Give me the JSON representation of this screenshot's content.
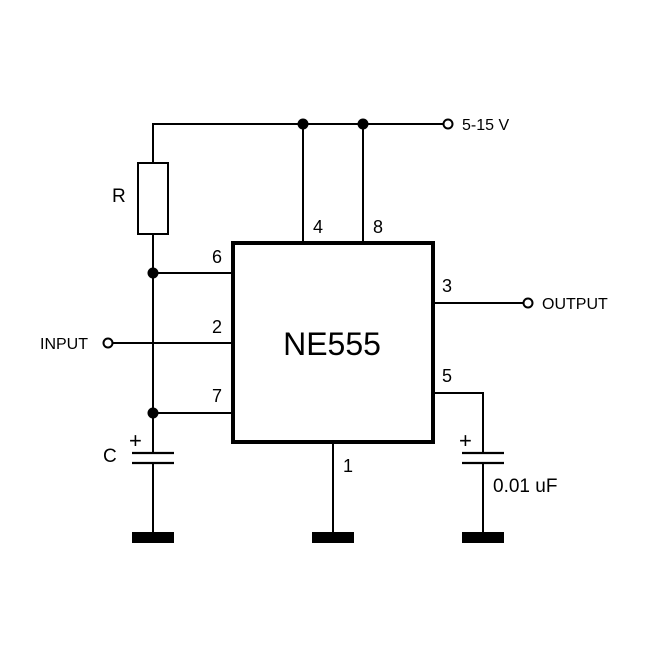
{
  "diagram": {
    "type": "circuit-schematic",
    "chip": {
      "name": "NE555"
    },
    "pins": {
      "p1": "1",
      "p2": "2",
      "p3": "3",
      "p4": "4",
      "p5": "5",
      "p6": "6",
      "p7": "7",
      "p8": "8"
    },
    "ports": {
      "supply": "5-15 V",
      "input": "INPUT",
      "output": "OUTPUT"
    },
    "components": {
      "resistor": {
        "label": "R"
      },
      "timing_capacitor": {
        "label": "C",
        "polarity": "+"
      },
      "control_capacitor": {
        "label": "0.01 uF",
        "polarity": "+"
      }
    },
    "connections": [
      "Supply -> pin 4, pin 8, R",
      "R -> pin 6 -> pin 7 -> C -> ground",
      "INPUT -> pin 2",
      "pin 3 -> OUTPUT",
      "pin 5 -> 0.01 uF -> ground",
      "pin 1 -> ground"
    ]
  }
}
